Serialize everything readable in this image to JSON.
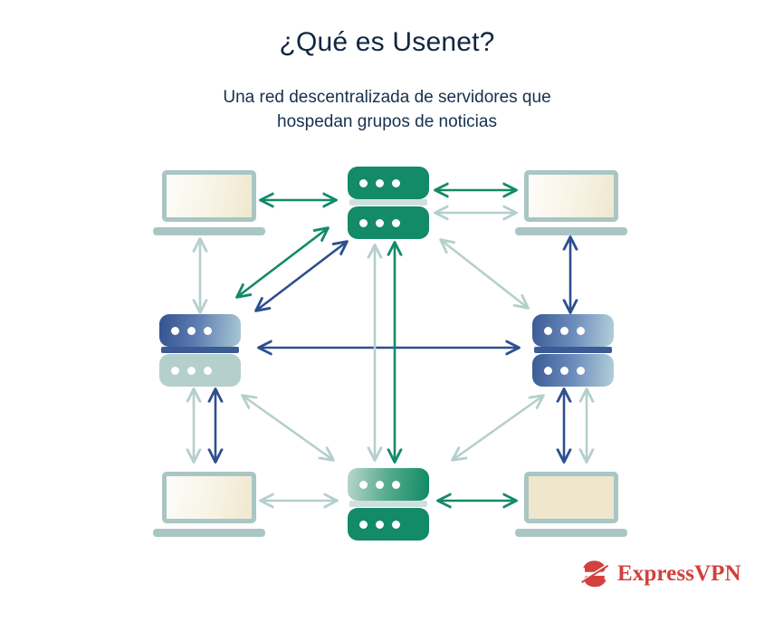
{
  "page": {
    "title": "¿Qué es Usenet?",
    "subtitle_line1": "Una red descentralizada de servidores que",
    "subtitle_line2": "hospedan grupos de noticias",
    "background": "#ffffff",
    "title_color": "#12263f"
  },
  "palette": {
    "green": "#138a68",
    "blue": "#2e4f8f",
    "pale_teal": "#b5cfcc",
    "laptop_frame": "#a9c6c4",
    "screen_cream": "#f2ebd6",
    "logo_red": "#d2403f"
  },
  "diagram": {
    "type": "network-topology",
    "description": "Decentralized Usenet network of servers and client laptops connected by bidirectional arrows",
    "nodes": [
      {
        "id": "laptop-top-left",
        "kind": "laptop",
        "label": "laptop",
        "position": "top-left",
        "screen": "gradient"
      },
      {
        "id": "server-top-center",
        "kind": "server",
        "label": "server",
        "position": "top-center",
        "color": "green",
        "dots_per_unit": 3,
        "units": 2
      },
      {
        "id": "laptop-top-right",
        "kind": "laptop",
        "label": "laptop",
        "position": "top-right",
        "screen": "gradient"
      },
      {
        "id": "server-middle-left",
        "kind": "server",
        "label": "server",
        "position": "middle-left",
        "color": "blue-gradient",
        "dots_per_unit": 3,
        "units": 2
      },
      {
        "id": "server-middle-right",
        "kind": "server",
        "label": "server",
        "position": "middle-right",
        "color": "blue-gradient",
        "dots_per_unit": 3,
        "units": 2
      },
      {
        "id": "laptop-bottom-left",
        "kind": "laptop",
        "label": "laptop",
        "position": "bottom-left",
        "screen": "gradient"
      },
      {
        "id": "server-bottom-center",
        "kind": "server",
        "label": "server",
        "position": "bottom-center",
        "color": "green-gradient",
        "dots_per_unit": 3,
        "units": 2
      },
      {
        "id": "laptop-bottom-right",
        "kind": "laptop",
        "label": "laptop",
        "position": "bottom-right",
        "screen": "solid"
      }
    ],
    "connections": [
      {
        "from": "laptop-top-left",
        "to": "server-top-center",
        "color": "green",
        "style": "double-headed"
      },
      {
        "from": "server-top-center",
        "to": "laptop-top-right",
        "color": "green",
        "style": "double-headed"
      },
      {
        "from": "server-top-center",
        "to": "laptop-top-right",
        "color": "pale_teal",
        "style": "double-headed"
      },
      {
        "from": "laptop-top-left",
        "to": "server-middle-left",
        "color": "pale_teal",
        "style": "double-headed"
      },
      {
        "from": "laptop-top-right",
        "to": "server-middle-right",
        "color": "blue",
        "style": "double-headed"
      },
      {
        "from": "server-middle-left",
        "to": "server-top-center",
        "color": "green",
        "style": "double-headed"
      },
      {
        "from": "server-middle-left",
        "to": "server-top-center",
        "color": "blue",
        "style": "double-headed"
      },
      {
        "from": "server-top-center",
        "to": "server-middle-right",
        "color": "pale_teal",
        "style": "double-headed"
      },
      {
        "from": "server-middle-left",
        "to": "server-middle-right",
        "color": "blue",
        "style": "double-headed"
      },
      {
        "from": "server-top-center",
        "to": "server-bottom-center",
        "color": "pale_teal",
        "style": "double-headed"
      },
      {
        "from": "server-top-center",
        "to": "server-bottom-center",
        "color": "green",
        "style": "double-headed"
      },
      {
        "from": "server-middle-left",
        "to": "laptop-bottom-left",
        "color": "pale_teal",
        "style": "double-headed"
      },
      {
        "from": "server-middle-left",
        "to": "laptop-bottom-left",
        "color": "blue",
        "style": "double-headed"
      },
      {
        "from": "server-middle-left",
        "to": "server-bottom-center",
        "color": "pale_teal",
        "style": "double-headed"
      },
      {
        "from": "server-bottom-center",
        "to": "server-middle-right",
        "color": "pale_teal",
        "style": "double-headed"
      },
      {
        "from": "server-middle-right",
        "to": "laptop-bottom-right",
        "color": "blue",
        "style": "double-headed"
      },
      {
        "from": "server-middle-right",
        "to": "laptop-bottom-right",
        "color": "pale_teal",
        "style": "double-headed"
      },
      {
        "from": "laptop-bottom-left",
        "to": "server-bottom-center",
        "color": "pale_teal",
        "style": "double-headed"
      },
      {
        "from": "server-bottom-center",
        "to": "laptop-bottom-right",
        "color": "green",
        "style": "double-headed"
      }
    ]
  },
  "logo": {
    "brand": "ExpressVPN",
    "mark": "expressvpn-e-icon"
  }
}
